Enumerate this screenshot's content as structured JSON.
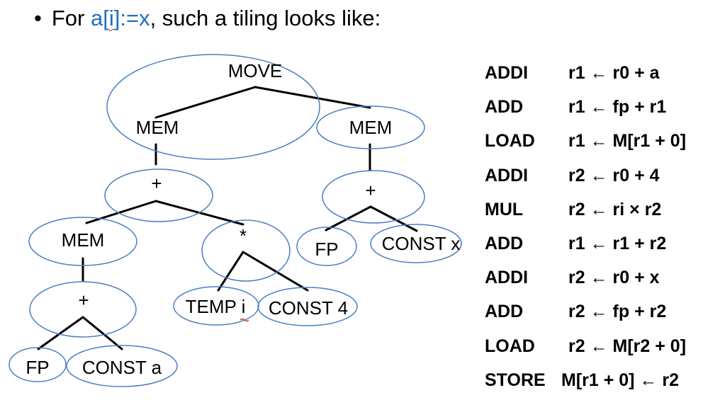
{
  "heading": {
    "bullet": "•",
    "prefix": "For ",
    "code_a": "a[",
    "code_i": "i",
    "code_rest": "]:=x",
    "suffix": ", such a tiling looks like:"
  },
  "colors": {
    "code": "#1f6fbf",
    "tile_outline": "#4a7fc1",
    "edge": "#000000"
  },
  "tree_nodes": {
    "move": "MOVE",
    "mem_left": "MEM",
    "mem_right": "MEM",
    "plus_top": "+",
    "plus_right": "+",
    "mem_inner": "MEM",
    "times": "*",
    "fp_right": "FP",
    "const_x": "CONST x",
    "plus_inner": "+",
    "temp_i": "TEMP i",
    "const_4": "CONST 4",
    "fp_left": "FP",
    "const_a": "CONST a"
  },
  "assembly": [
    {
      "op": "ADDI",
      "args": "r1 ← r0 + a"
    },
    {
      "op": "ADD",
      "args": "r1 ← fp + r1"
    },
    {
      "op": "LOAD",
      "args": "r1 ← M[r1 + 0]"
    },
    {
      "op": "ADDI",
      "args": "r2 ← r0 + 4"
    },
    {
      "op": "MUL",
      "args": "r2 ← ri × r2"
    },
    {
      "op": "ADD",
      "args": "r1 ← r1 + r2"
    },
    {
      "op": "ADDI",
      "args": "r2 ← r0 + x"
    },
    {
      "op": "ADD",
      "args": "r2 ← fp + r2"
    },
    {
      "op": "LOAD",
      "args": "r2 ← M[r2 + 0]"
    },
    {
      "op": "STORE",
      "args": "M[r1 + 0] ← r2"
    }
  ]
}
